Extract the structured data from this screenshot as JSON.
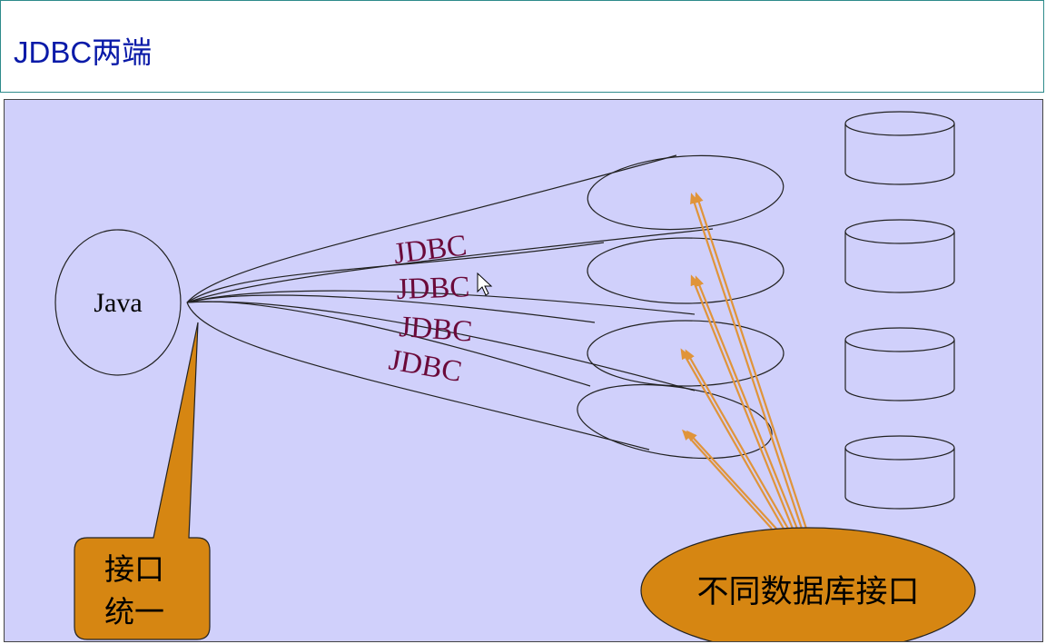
{
  "slide": {
    "title": "JDBC两端"
  },
  "diagram": {
    "java_label": "Java",
    "jdbc_labels": [
      "JDBC",
      "JDBC",
      "JDBC",
      "JDBC"
    ],
    "callout_left_lines": [
      "接口",
      "统一"
    ],
    "callout_right_label": "不同数据库接口",
    "database_count": 4,
    "colors": {
      "background": "#d0d0fb",
      "title_text": "#0a1aa8",
      "jdbc_text": "#6b0a3a",
      "callout_fill": "#d68612",
      "arrow": "#e0943a"
    }
  }
}
